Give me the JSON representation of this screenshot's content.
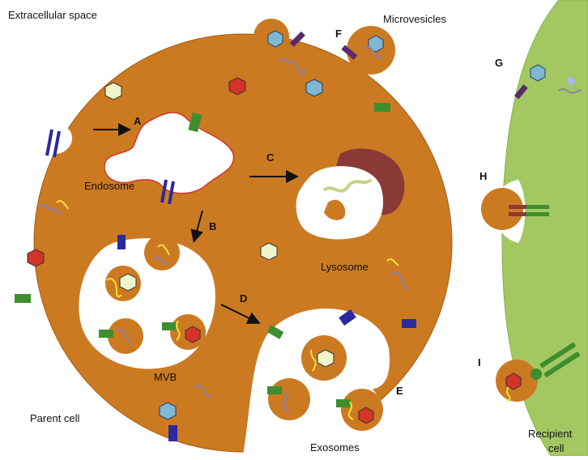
{
  "colors": {
    "cell_fill": "#CC7A22",
    "cell_stroke": "#A35C12",
    "recipient_fill": "#A3C862",
    "recipient_stroke": "#8BB047",
    "lysosome_fill": "#8A3A36",
    "marker_green": "#3E8E2D",
    "marker_purple": "#5A2A6E",
    "marker_blue": "#2A2A9E",
    "hex_light": "#EEF5C8",
    "hex_blue": "#7FB7D4",
    "hex_red": "#D23428",
    "rna_yellow": "#F2E13A",
    "rna_lilac": "#8A7FB3"
  },
  "labels": {
    "extracellular_space": "Extracellular space",
    "microvesicles": "Microvesicles",
    "endosome": "Endosome",
    "lysosome": "Lysosome",
    "mvb": "MVB",
    "parent_cell": "Parent cell",
    "exosomes": "Exosomes",
    "recipient_line1": "Recipient",
    "recipient_line2": "cell"
  },
  "steps": {
    "a": "A",
    "b": "B",
    "c": "C",
    "d": "D",
    "e": "E",
    "f": "F",
    "g": "G",
    "h": "H",
    "i": "I"
  }
}
